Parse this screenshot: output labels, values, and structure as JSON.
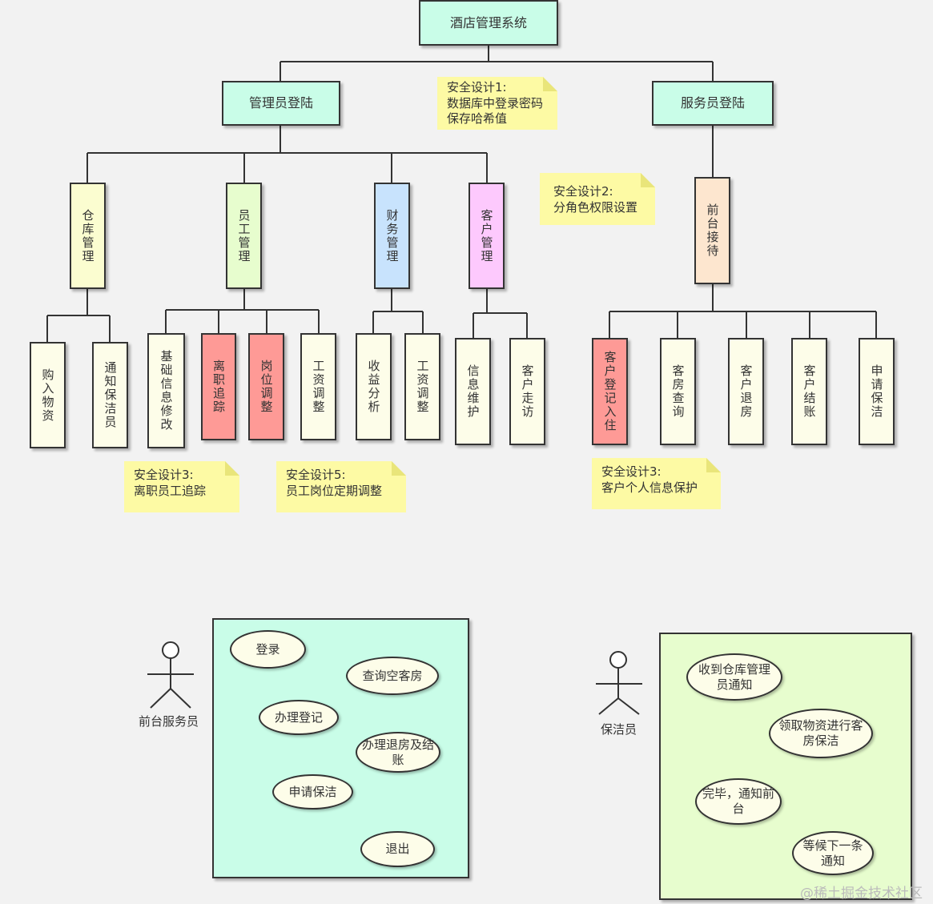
{
  "tree": {
    "root": "酒店管理系统",
    "admin_login": "管理员登陆",
    "staff_login": "服务员登陆",
    "modules": [
      {
        "label": "仓库管理",
        "color": "#fbfdd0",
        "children": [
          "购入物资",
          "通知保洁员"
        ]
      },
      {
        "label": "员工管理",
        "color": "#e7fdce",
        "children": [
          "基础信息修改",
          "离职追踪",
          "岗位调整",
          "工资调整"
        ]
      },
      {
        "label": "财务管理",
        "color": "#c8e3fd",
        "children": [
          "收益分析",
          "工资调整"
        ]
      },
      {
        "label": "客户管理",
        "color": "#fdc9fd",
        "children": [
          "信息维护",
          "客户走访"
        ]
      },
      {
        "label": "前台接待",
        "color": "#fde6cf",
        "children": [
          "客户登记入住",
          "客房查询",
          "客户退房",
          "客户结账",
          "申请保洁"
        ]
      }
    ],
    "highlight_color": "#fe9a96"
  },
  "notes": [
    {
      "lines": [
        "安全设计1:",
        "数据库中登录密码",
        "保存哈希值"
      ]
    },
    {
      "lines": [
        "安全设计2:",
        "分角色权限设置"
      ]
    },
    {
      "lines": [
        "安全设计3:",
        "离职员工追踪"
      ]
    },
    {
      "lines": [
        "安全设计5:",
        "员工岗位定期调整"
      ]
    },
    {
      "lines": [
        "安全设计3:",
        "客户个人信息保护"
      ]
    }
  ],
  "usecase": {
    "front_desk": {
      "actor": "前台服务员",
      "panel_color": "#c9fde8",
      "cases": [
        "登录",
        "查询空客房",
        "办理登记",
        "办理退房及结账",
        "申请保洁",
        "退出"
      ]
    },
    "cleaner": {
      "actor": "保洁员",
      "panel_color": "#e7fdce",
      "cases": [
        "收到仓库管理员通知",
        "领取物资进行客房保洁",
        "完毕，通知前台",
        "等候下一条通知"
      ]
    }
  },
  "watermark": "@稀土掘金技术社区"
}
